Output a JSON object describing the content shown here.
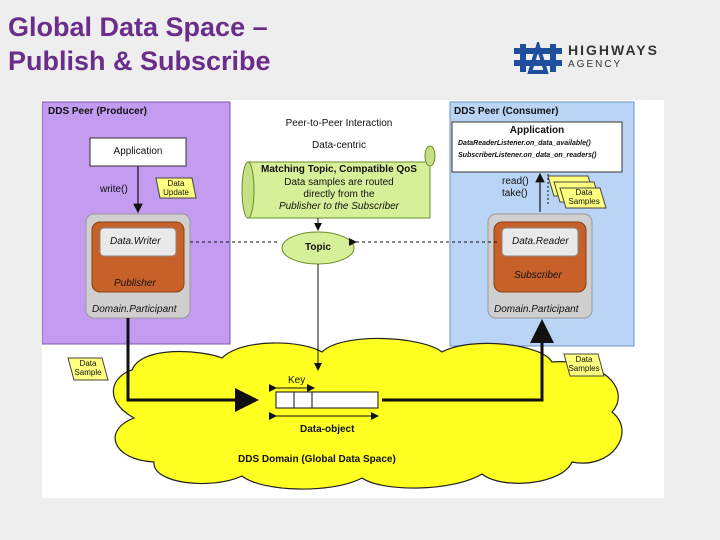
{
  "slide": {
    "title_line1": "Global Data Space –",
    "title_line2": "Publish & Subscribe",
    "title_color": "#6b2d8a"
  },
  "logo": {
    "line1": "HIGHWAYS",
    "line2": "AGENCY",
    "icon": "highways-agency-logo"
  },
  "diagram": {
    "producer": {
      "header": "DDS Peer (Producer)",
      "application": "Application",
      "write_call": "write()",
      "data_update": [
        "Data",
        "Update"
      ],
      "data_writer": "Data.Writer",
      "publisher": "Publisher",
      "domain_participant": "Domain.Participant",
      "bg_color": "#c39bf0"
    },
    "consumer": {
      "header": "DDS Peer (Consumer)",
      "application": "Application",
      "listener1": "DataReaderListener.on_data_available()",
      "listener2": "SubscriberListener.on_data_on_readers()",
      "read_call": "read()",
      "take_call": "take()",
      "data_samples": [
        "Data",
        "Samples"
      ],
      "data_reader": "Data.Reader",
      "subscriber": "Subscriber",
      "domain_participant": "Domain.Participant",
      "bg_color": "#b9d4f5"
    },
    "center": {
      "p2p": "Peer-to-Peer Interaction",
      "data_centric": "Data-centric",
      "scroll_title": "Matching Topic, Compatible QoS",
      "scroll_line1": "Data samples are routed",
      "scroll_line2": "directly from the",
      "scroll_line3": "Publisher to the Subscriber",
      "topic": "Topic",
      "scroll_color": "#d6f09a"
    },
    "domain": {
      "data_sample_left": [
        "Data",
        "Sample"
      ],
      "data_sample_right": [
        "Data",
        "Samples"
      ],
      "key": "Key",
      "data_object": "Data-object",
      "dds_domain": "DDS Domain (Global Data Space)",
      "cloud_color": "#ffff22"
    },
    "colors": {
      "box_orange": "#c8602a",
      "box_gray": "#cfcfcf",
      "note_yellow": "#ffff80"
    }
  }
}
